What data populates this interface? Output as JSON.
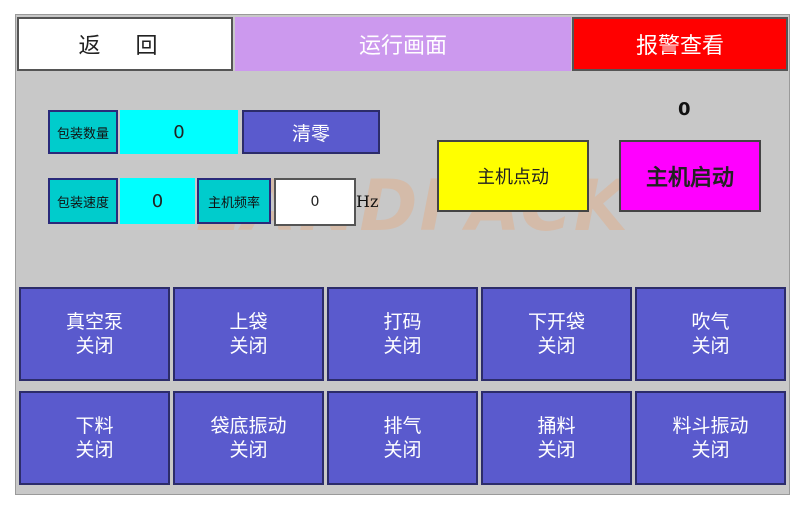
{
  "topbar": {
    "back_label": "返 回",
    "title": "运行画面",
    "alarm_label": "报警查看"
  },
  "panel": {
    "package_count_label": "包装数量",
    "package_count_value": "0",
    "clear_button": "清零",
    "package_speed_label": "包装速度",
    "package_speed_value": "0",
    "host_freq_label": "主机频率",
    "host_freq_value": "0",
    "host_freq_unit": "Hz",
    "jog_button": "主机点动",
    "start_counter": "0",
    "start_button": "主机启动",
    "watermark": "LANDPACK"
  },
  "controls": [
    {
      "name": "真空泵",
      "state": "关闭"
    },
    {
      "name": "上袋",
      "state": "关闭"
    },
    {
      "name": "打码",
      "state": "关闭"
    },
    {
      "name": "下开袋",
      "state": "关闭"
    },
    {
      "name": "吹气",
      "state": "关闭"
    },
    {
      "name": "下料",
      "state": "关闭"
    },
    {
      "name": "袋底振动",
      "state": "关闭"
    },
    {
      "name": "排气",
      "state": "关闭"
    },
    {
      "name": "捅料",
      "state": "关闭"
    },
    {
      "name": "料斗振动",
      "state": "关闭"
    }
  ],
  "colors": {
    "back_tab": "#ffffff",
    "title_tab": "#cc99ee",
    "alarm_tab": "#ff0000",
    "jog_button": "#ffff00",
    "start_button": "#ff00ff",
    "control_button": "#5a5acd",
    "value_field": "#00ffff"
  }
}
